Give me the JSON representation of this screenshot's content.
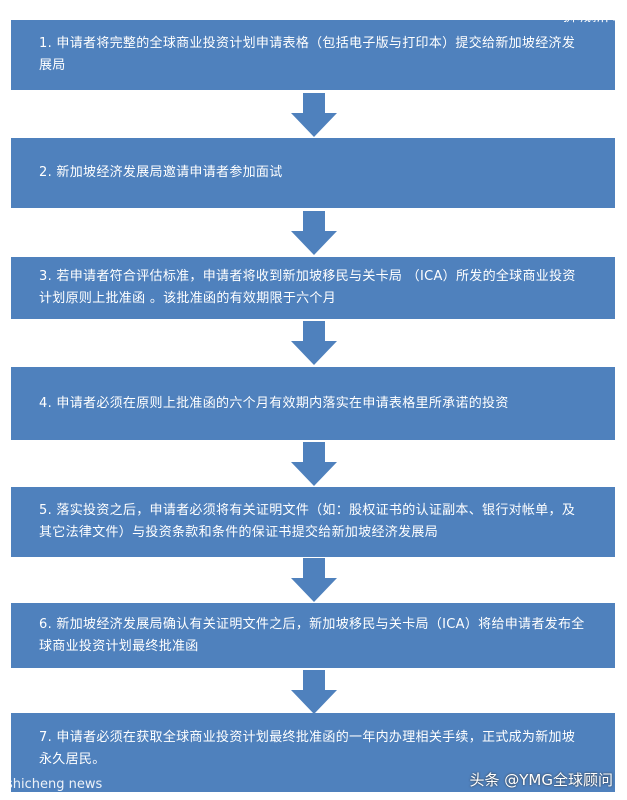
{
  "steps": [
    {
      "text": "1.  申请者将完整的全球商业投资计划申请表格（包括电子版与打印本）提交给新加坡经济发展局"
    },
    {
      "text": "2.  新加坡经济发展局邀请申请者参加面试"
    },
    {
      "text": "3.  若申请者符合评估标准，申请者将收到新加坡移民与关卡局 （ICA）所发的全球商业投资计划原则上批准函 。该批准函的有效期限于六个月"
    },
    {
      "text": "4.  申请者必须在原则上批准函的六个月有效期内落实在申请表格里所承诺的投资"
    },
    {
      "text": "5. 落实投资之后，申请者必须将有关证明文件（如：股权证书的认证副本、银行对帐单，及其它法律文件）与投资条款和条件的保证书提交给新加坡经济发展局"
    },
    {
      "text": "6.  新加坡经济发展局确认有关证明文件之后，新加坡移民与关卡局（ICA）将给申请者发布全球商业投资计划最终批准函"
    },
    {
      "text": "7.  申请者必须在获取全球商业投资计划最终批准函的一年内办理相关手续，正式成为新加坡永久居民。"
    }
  ],
  "watermarks": {
    "top_right": "狮城新闻",
    "bottom_left": "shicheng news",
    "bottom_right": "头条 @YMG全球顾问"
  },
  "colors": {
    "box": "#4f81bd",
    "arrow": "#4f81bd",
    "text": "#ffffff"
  }
}
